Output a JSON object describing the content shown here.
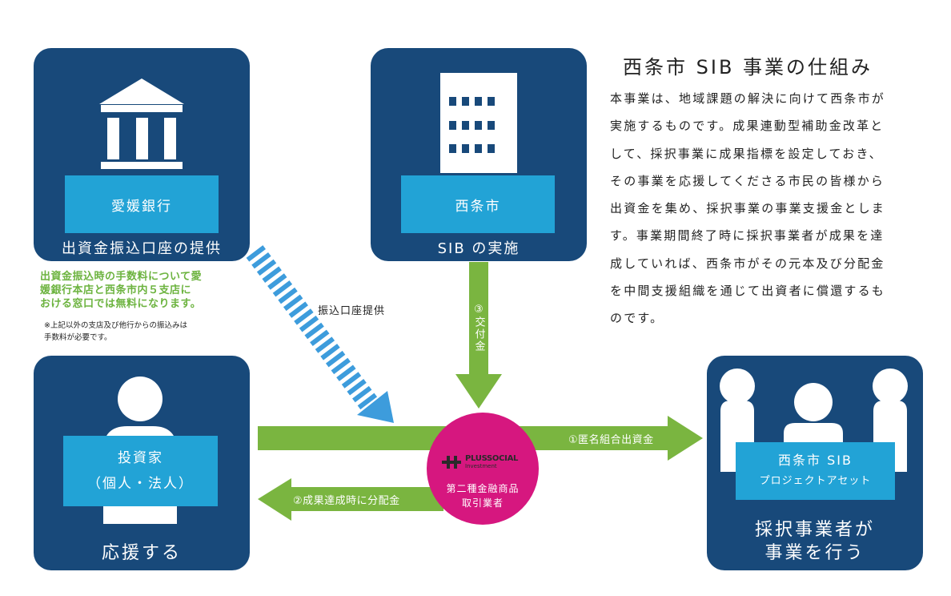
{
  "title": "西条市 SIB 事業の仕組み",
  "description_lines": [
    "本事業は、地域課題の解決に向けて西条市が",
    "実施するものです。成果連動型補助金改革と",
    "して、採択事業に成果指標を設定しておき、",
    "その事業を応援してくださる市民の皆様から",
    "出資金を集め、採択事業の事業支援金としま",
    "す。事業期間終了時に採択事業者が成果を達",
    "成していれば、西条市がその元本及び分配金",
    "を中間支援組織を通じて出資者に償還するも",
    "のです。"
  ],
  "bank": {
    "label": "愛媛銀行",
    "caption": "出資金振込口座の提供",
    "icon": "bank-icon"
  },
  "city": {
    "label": "西条市",
    "caption": "SIB の実施",
    "icon": "building-icon"
  },
  "investor": {
    "label_line1": "投資家",
    "label_line2": "（個人・法人）",
    "caption": "応援する",
    "icon": "person-icon"
  },
  "project": {
    "label_line1": "西条市 SIB",
    "label_line2": "プロジェクトアセット",
    "caption_line1": "採択事業者が",
    "caption_line2": "事業を行う",
    "icon": "people-group-icon"
  },
  "intermediary": {
    "logo_main": "PLUSSOCIAL",
    "logo_sub": "Investment",
    "line1": "第二種金融商品",
    "line2": "取引業者"
  },
  "fee_note": {
    "lines": [
      "出資金振込時の手数料について愛",
      "媛銀行本店と西条市内５支店に",
      "おける窓口では無料になります。"
    ],
    "small_lines": [
      "※上記以外の支店及び他行からの振込みは",
      "手数料が必要です。"
    ]
  },
  "arrows": {
    "account": "振込口座提供",
    "grant_num": "③",
    "grant_text": "交付金",
    "invest": "①匿名組合出資金",
    "dividend": "②成果達成時に分配金"
  },
  "colors": {
    "navy": "#18497a",
    "cyan": "#22a3d6",
    "green": "#7ab540",
    "magenta": "#d6177f",
    "blue_arrow": "#3d9cdc",
    "note_green": "#6cb33f"
  }
}
